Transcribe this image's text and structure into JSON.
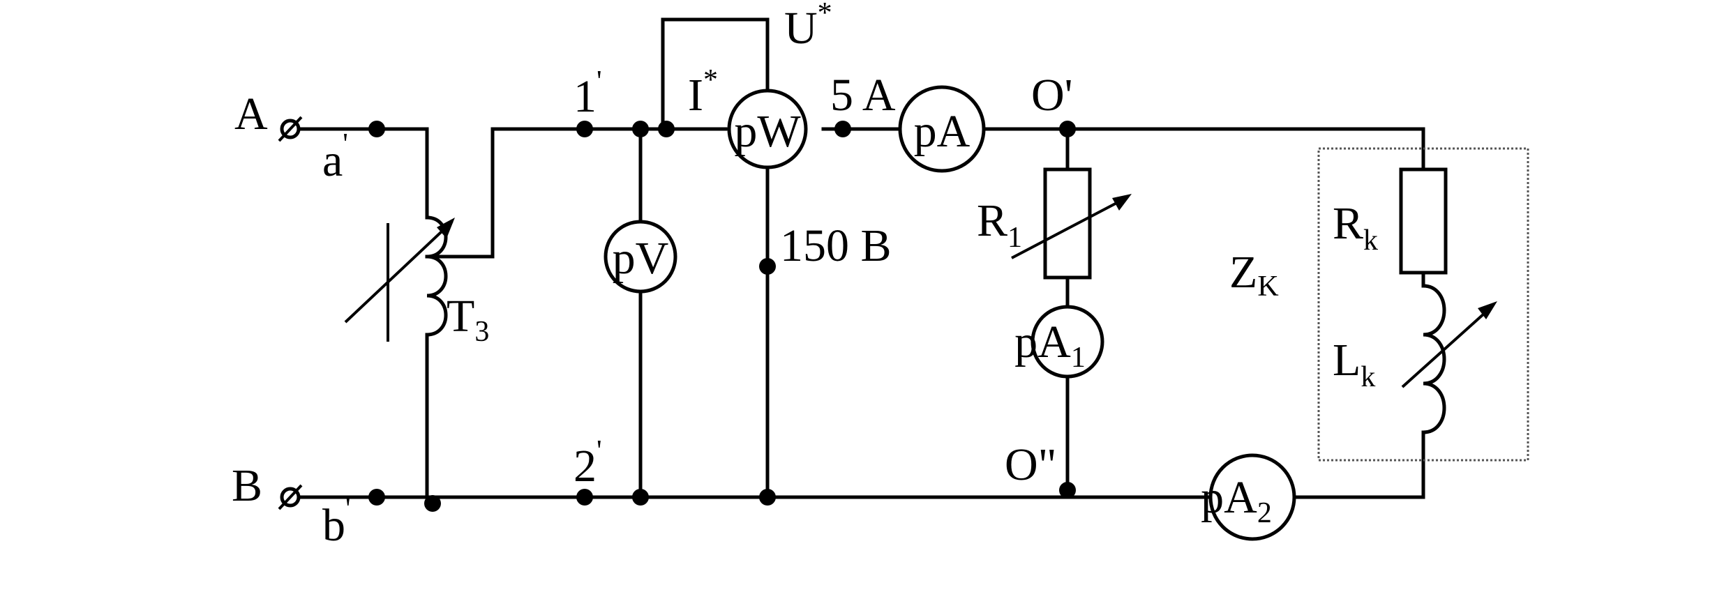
{
  "terminals": {
    "a": "A",
    "b": "B",
    "a_prime": "a",
    "b_prime": "b",
    "prime_mark": "'"
  },
  "nodes": {
    "n1": "1",
    "n2": "2",
    "o_top": "O'",
    "o_bottom": "O\""
  },
  "transformer": {
    "label": "T",
    "sub": "3"
  },
  "wattmeter": {
    "label": "pW",
    "current_terminal": "I",
    "voltage_terminal": "U",
    "star": "*",
    "current_range": "5 A",
    "voltage_range": "150 B"
  },
  "meters": {
    "voltmeter": "pV",
    "ammeter": "pA",
    "ammeter1": {
      "label": "pA",
      "sub": "1"
    },
    "ammeter2": {
      "label": "pA",
      "sub": "2"
    }
  },
  "resistor1": {
    "label": "R",
    "sub": "1"
  },
  "coil": {
    "label": "Z",
    "sub": "K",
    "r_label": "R",
    "r_sub": "k",
    "l_label": "L",
    "l_sub": "k"
  }
}
